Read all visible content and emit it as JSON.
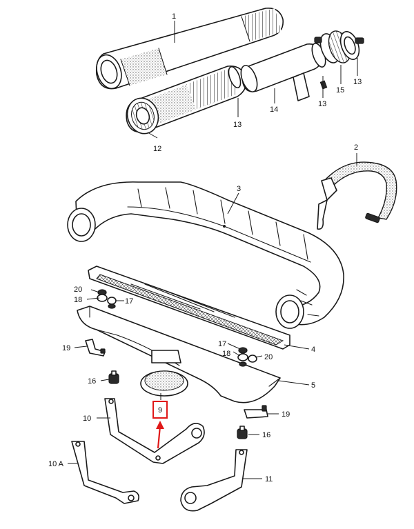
{
  "callouts": {
    "c1": "1",
    "c2": "2",
    "c3": "3",
    "c4": "4",
    "c5": "5",
    "c9": "9",
    "c10": "10",
    "c10a": "10 A",
    "c11": "11",
    "c12": "12",
    "c13a": "13",
    "c13b": "13",
    "c13c": "13",
    "c14": "14",
    "c15": "15",
    "c16a": "16",
    "c16b": "16",
    "c17a": "17",
    "c17b": "17",
    "c18a": "18",
    "c18b": "18",
    "c19a": "19",
    "c19b": "19",
    "c20a": "20",
    "c20b": "20"
  },
  "highlight_color": "#e01818"
}
